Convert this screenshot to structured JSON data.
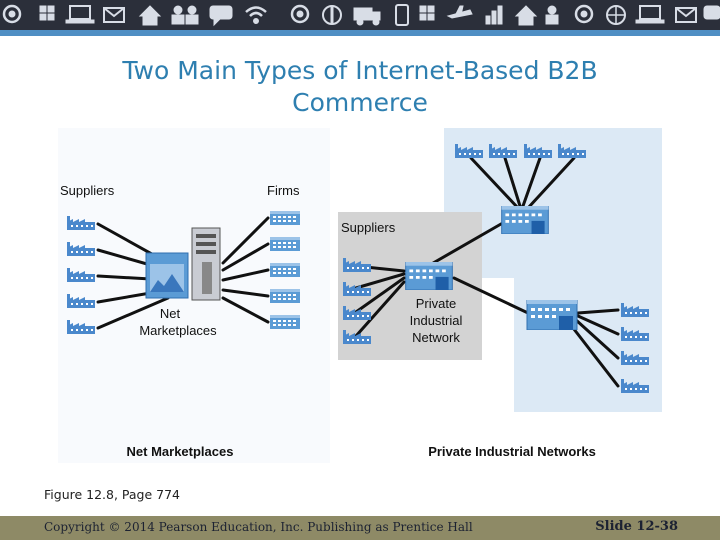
{
  "header": {
    "banner_icons": [
      "at-icon",
      "grid-icon",
      "laptop-icon",
      "mail-icon",
      "house-icon",
      "people-icon",
      "chat-icon",
      "wifi-icon",
      "dollar-icon",
      "truck-icon",
      "phone-icon",
      "plane-icon",
      "chart-icon",
      "globe-icon"
    ]
  },
  "slide": {
    "title_line1": "Two Main Types of Internet-Based B2B",
    "title_line2": "Commerce"
  },
  "diagram": {
    "left": {
      "suppliers_label": "Suppliers",
      "firms_label": "Firms",
      "hub_label_line1": "Net",
      "hub_label_line2": "Marketplaces",
      "caption": "Net Marketplaces"
    },
    "right": {
      "suppliers_label": "Suppliers",
      "hub_label_line1": "Private",
      "hub_label_line2": "Industrial",
      "hub_label_line3": "Network",
      "caption": "Private Industrial Networks"
    },
    "colors": {
      "panel_blue": "#dce9f5",
      "panel_gray": "#d3d3d3",
      "factory": "#4a88cc",
      "firm": "#5b9bd5"
    }
  },
  "figure_caption": "Figure 12.8, Page 774",
  "footer": {
    "copyright": "Copyright © 2014 Pearson Education, Inc. Publishing as Prentice Hall",
    "slide_number": "Slide 12-38"
  }
}
